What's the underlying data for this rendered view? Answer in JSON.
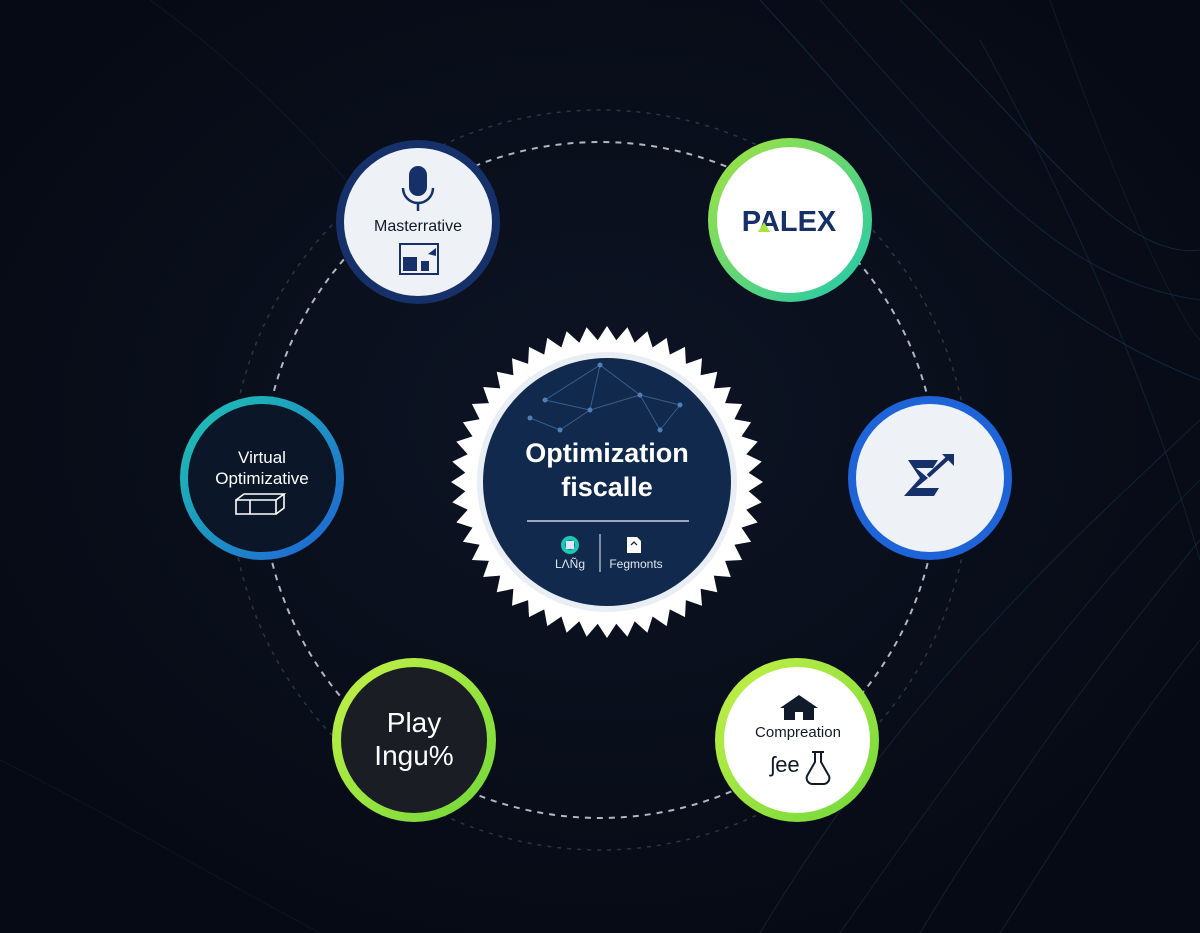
{
  "colors": {
    "background": "#080d18",
    "ring_dashes": "#d7dde6",
    "center_fill": "#10284a",
    "navy": "#16306a",
    "lime": "#a6e43a",
    "teal": "#17c2b0",
    "blue": "#1f63d8"
  },
  "center": {
    "title_line1": "Optimization",
    "title_line2": "fiscalle",
    "left_caption": "LΛÑg",
    "right_caption": "Fegmonts"
  },
  "nodes": {
    "masterrative": {
      "label": "Masterrative",
      "icons": [
        "microphone-icon",
        "chart-icon"
      ]
    },
    "palex": {
      "label": "PALEX",
      "icons": [
        "palex-logo"
      ]
    },
    "virtual": {
      "line1": "Virtual",
      "line2": "Optimizative",
      "icons": [
        "box-icon"
      ]
    },
    "sigma": {
      "icons": [
        "sigma-arrow-icon"
      ]
    },
    "play": {
      "line1": "Play",
      "line2": "Ingu%"
    },
    "compreation": {
      "label": "Compreation",
      "line2": "ʃee",
      "icons": [
        "house-icon",
        "flask-icon"
      ]
    }
  }
}
